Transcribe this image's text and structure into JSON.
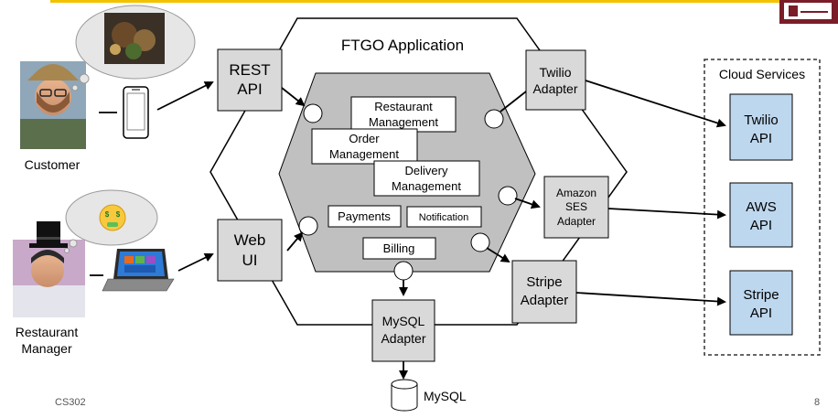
{
  "slide": {
    "title": "FTGO Application",
    "footer_left": "CS302",
    "page_number": "8",
    "accent_color": "#f2c200"
  },
  "actors": {
    "customer": {
      "label": "Customer",
      "device": "phone-icon",
      "thought": "food-icon"
    },
    "manager": {
      "label_line1": "Restaurant",
      "label_line2": "Manager",
      "device": "laptop-icon",
      "thought": "money-face-emoji"
    }
  },
  "adapters": {
    "rest_api": {
      "line1": "REST",
      "line2": "API"
    },
    "web_ui": {
      "line1": "Web",
      "line2": "UI"
    },
    "twilio": {
      "line1": "Twilio",
      "line2": "Adapter"
    },
    "ses": {
      "line1": "Amazon",
      "line2": "SES",
      "line3": "Adapter"
    },
    "stripe": {
      "line1": "Stripe",
      "line2": "Adapter"
    },
    "mysql": {
      "line1": "MySQL",
      "line2": "Adapter"
    }
  },
  "core": {
    "restaurant_mgmt": {
      "line1": "Restaurant",
      "line2": "Management"
    },
    "order_mgmt": {
      "line1": "Order",
      "line2": "Management"
    },
    "delivery_mgmt": {
      "line1": "Delivery",
      "line2": "Management"
    },
    "payments": "Payments",
    "notification": "Notification",
    "billing": "Billing"
  },
  "cloud": {
    "title": "Cloud Services",
    "twilio": {
      "line1": "Twilio",
      "line2": "API"
    },
    "aws": {
      "line1": "AWS",
      "line2": "API"
    },
    "stripe": {
      "line1": "Stripe",
      "line2": "API"
    }
  },
  "database": {
    "label": "MySQL"
  },
  "colors": {
    "adapter_fill": "#d9d9d9",
    "core_fill": "#c0c0c0",
    "cloud_fill": "#bdd7ee",
    "line": "#000000"
  }
}
